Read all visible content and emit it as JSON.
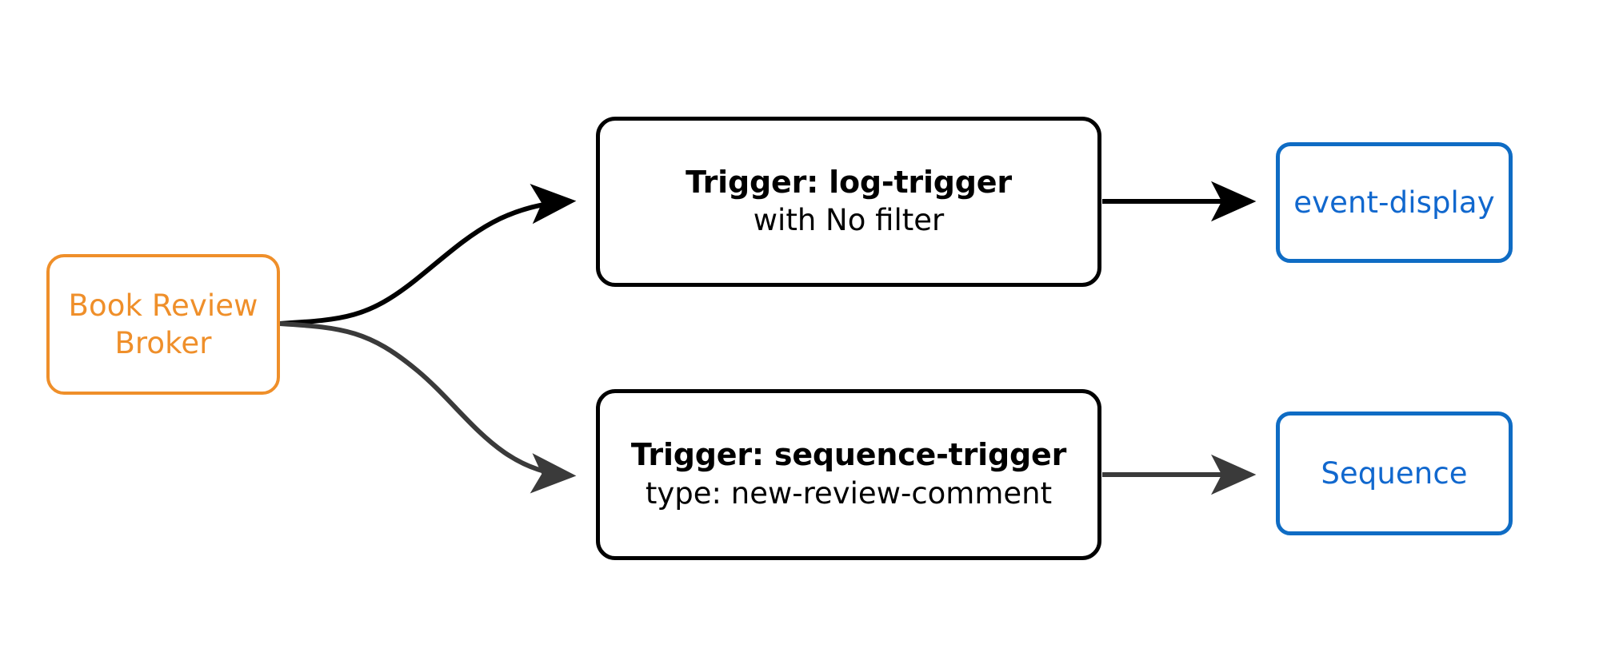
{
  "diagram": {
    "type": "flow",
    "background_color": "#ffffff",
    "colors": {
      "broker_accent": "#ef8f2a",
      "trigger_outline": "#000000",
      "sink_accent": "#1168ce",
      "edge_primary": "#000000",
      "edge_secondary": "#3a3a3a"
    },
    "broker": {
      "label_line1": "Book Review",
      "label_line2": "Broker"
    },
    "triggers": [
      {
        "id": "log-trigger",
        "title": "Trigger: log-trigger",
        "subtitle": "with No filter"
      },
      {
        "id": "sequence-trigger",
        "title": "Trigger: sequence-trigger",
        "subtitle": "type: new-review-comment"
      }
    ],
    "sinks": [
      {
        "id": "event-display",
        "label": "event-display"
      },
      {
        "id": "sequence",
        "label": "Sequence"
      }
    ],
    "edges": [
      {
        "from": "Book Review Broker",
        "to": "log-trigger",
        "style": "curved",
        "arrow": "filled"
      },
      {
        "from": "Book Review Broker",
        "to": "sequence-trigger",
        "style": "curved",
        "arrow": "filled"
      },
      {
        "from": "log-trigger",
        "to": "event-display",
        "style": "straight",
        "arrow": "filled"
      },
      {
        "from": "sequence-trigger",
        "to": "sequence",
        "style": "straight",
        "arrow": "filled"
      }
    ]
  }
}
